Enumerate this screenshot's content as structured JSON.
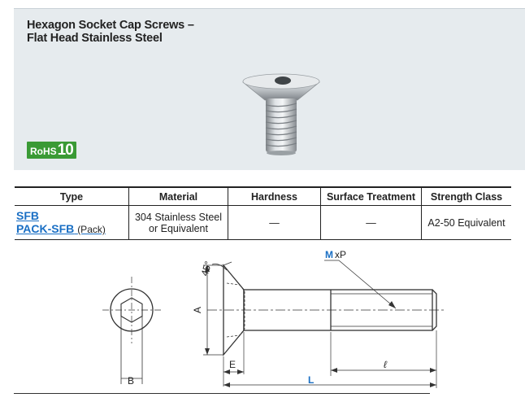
{
  "header": {
    "title_line1": "Hexagon Socket Cap Screws –",
    "title_line2": "Flat Head Stainless Steel",
    "rohs_prefix": "RoHS",
    "rohs_number": "10"
  },
  "table": {
    "headers": [
      "Type",
      "Material",
      "Hardness",
      "Surface Treatment",
      "Strength Class"
    ],
    "row": {
      "type_primary": "SFB",
      "type_secondary": "PACK-SFB",
      "type_secondary_note": "(Pack)",
      "material_line1": "304 Stainless Steel",
      "material_line2": "or Equivalent",
      "hardness": "—",
      "surface_treatment": "—",
      "strength_class": "A2-50 Equivalent"
    }
  },
  "drawing": {
    "label_m": "M",
    "label_xp": "xP",
    "label_angle": "45°",
    "label_a": "A",
    "label_b": "B",
    "label_e": "E",
    "label_l_script": "ℓ",
    "label_L": "L",
    "accent_color": "#1a6fc4"
  }
}
